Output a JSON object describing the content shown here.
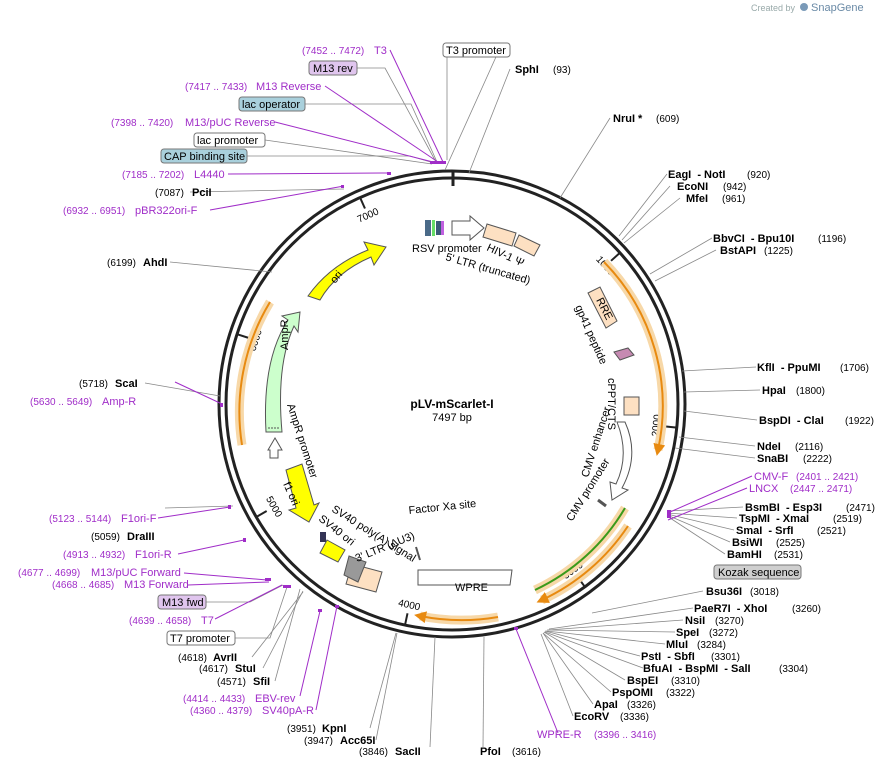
{
  "credit": {
    "prefix": "Created by",
    "brand": "SnapGene"
  },
  "plasmid": {
    "name": "pLV-mScarlet-I",
    "size": "7497 bp"
  },
  "ticks": [
    {
      "label": "1000",
      "angle": 48
    },
    {
      "label": "2000",
      "angle": 96
    },
    {
      "label": "3000",
      "angle": 144
    },
    {
      "label": "4000",
      "angle": 192
    },
    {
      "label": "5000",
      "angle": 240
    },
    {
      "label": "6000",
      "angle": 288
    },
    {
      "label": "7000",
      "angle": 336
    }
  ],
  "enzymes_right": [
    {
      "name": "SphI",
      "pos": "(93)"
    },
    {
      "name": "NruI *",
      "pos": "(609)"
    },
    {
      "name": "EagI  - NotI",
      "pos": "(920)"
    },
    {
      "name": "EcoNI",
      "pos": "(942)"
    },
    {
      "name": "MfeI",
      "pos": "(961)"
    },
    {
      "name": "BbvCI  - Bpu10I",
      "pos": "(1196)"
    },
    {
      "name": "BstAPI",
      "pos": "(1225)"
    },
    {
      "name": "KflI  - PpuMI",
      "pos": "(1706)"
    },
    {
      "name": "HpaI",
      "pos": "(1800)"
    },
    {
      "name": "BspDI  - ClaI",
      "pos": "(1922)"
    },
    {
      "name": "NdeI",
      "pos": "(2116)"
    },
    {
      "name": "SnaBI",
      "pos": "(2222)"
    },
    {
      "name": "BsmBI  - Esp3I",
      "pos": "(2471)"
    },
    {
      "name": "TspMI  - XmaI",
      "pos": "(2519)"
    },
    {
      "name": "SmaI  - SrfI",
      "pos": "(2521)"
    },
    {
      "name": "BsiWI",
      "pos": "(2525)"
    },
    {
      "name": "BamHI",
      "pos": "(2531)"
    },
    {
      "name": "Bsu36I",
      "pos": "(3018)"
    },
    {
      "name": "PaeR7I  - XhoI",
      "pos": "(3260)"
    },
    {
      "name": "NsiI",
      "pos": "(3270)"
    },
    {
      "name": "SpeI",
      "pos": "(3272)"
    },
    {
      "name": "MluI",
      "pos": "(3284)"
    },
    {
      "name": "PstI  - SbfI",
      "pos": "(3301)"
    },
    {
      "name": "BfuAI  - BspMI  - SalI",
      "pos": "(3304)"
    },
    {
      "name": "BspEI",
      "pos": "(3310)"
    },
    {
      "name": "PspOMI",
      "pos": "(3322)"
    },
    {
      "name": "ApaI",
      "pos": "(3326)"
    },
    {
      "name": "EcoRV",
      "pos": "(3336)"
    }
  ],
  "primers_right": [
    {
      "name": "CMV-F",
      "range": "(2401 .. 2421)"
    },
    {
      "name": "LNCX",
      "range": "(2447 .. 2471)"
    }
  ],
  "kozak": "Kozak sequence",
  "bottom": {
    "pfoi": {
      "name": "PfoI",
      "pos": "(3616)"
    },
    "wpre": {
      "name": "WPRE-R",
      "range": "(3396 .. 3416)"
    },
    "sacii": {
      "name": "SacII",
      "pos": "(3846)"
    },
    "acc65i": {
      "name": "Acc65I",
      "pos": "(3947)"
    },
    "kpni": {
      "name": "KpnI",
      "pos": "(3951)"
    }
  },
  "left_top": {
    "t3": {
      "name": "T3",
      "range": "(7452 .. 7472)"
    },
    "t3promoter": "T3 promoter",
    "m13rev": "M13 rev",
    "m13reverse": {
      "name": "M13 Reverse",
      "range": "(7417 .. 7433)"
    },
    "lacoperator": "lac operator",
    "m13puc": {
      "name": "M13/pUC Reverse",
      "range": "(7398 .. 7420)"
    },
    "lacpromoter": "lac promoter",
    "cap": "CAP binding site",
    "l4440": {
      "name": "L4440",
      "range": "(7185 .. 7202)"
    },
    "pcii": {
      "name": "PciI",
      "pos": "(7087)"
    },
    "pbr": {
      "name": "pBR322ori-F",
      "range": "(6932 .. 6951)"
    }
  },
  "left_mid": {
    "ahdi": {
      "name": "AhdI",
      "pos": "(6199)"
    },
    "scai": {
      "name": "ScaI",
      "pos": "(5718)"
    },
    "ampr": {
      "name": "Amp-R",
      "range": "(5630 .. 5649)"
    }
  },
  "left_bottom": {
    "f1orif": {
      "name": "F1ori-F",
      "range": "(5123 .. 5144)"
    },
    "draiii": {
      "name": "DraIII",
      "pos": "(5059)"
    },
    "f1orir": {
      "name": "F1ori-R",
      "range": "(4913 .. 4932)"
    },
    "m13pucf": {
      "name": "M13/pUC Forward",
      "range": "(4677 .. 4699)"
    },
    "m13f": {
      "name": "M13 Forward",
      "range": "(4668 .. 4685)"
    },
    "m13fwd": "M13 fwd",
    "t7": {
      "name": "T7",
      "range": "(4639 .. 4658)"
    },
    "t7promoter": "T7 promoter",
    "avrii": {
      "name": "AvrII",
      "pos": "(4618)"
    },
    "stui": {
      "name": "StuI",
      "pos": "(4617)"
    },
    "sfii": {
      "name": "SfiI",
      "pos": "(4571)"
    },
    "ebv": {
      "name": "EBV-rev",
      "range": "(4414 .. 4433)"
    },
    "sv40pa": {
      "name": "SV40pA-R",
      "range": "(4360 .. 4379)"
    }
  },
  "features": {
    "rsv": "RSV promoter",
    "ltr5": "5' LTR (truncated)",
    "hiv": "HIV-1 Ψ",
    "rre": "RRE",
    "gp41": "gp41 peptide",
    "cppt": "cPPT/CTS",
    "cmvenh": "CMV enhancer",
    "cmvprom": "CMV promoter",
    "factorxa": "Factor Xa site",
    "wpre": "WPRE",
    "ltr3": "3' LTR (ΔU3)",
    "sv40pa": "SV40 poly(A) signal",
    "sv40ori": "SV40 ori",
    "f1ori": "f1 ori",
    "ampr": "AmpR",
    "amprprom": "AmpR promoter",
    "ori": "ori"
  },
  "colors": {
    "primer": "#a02dc8",
    "ori": "#ffff00",
    "ampr": "#ccffcc",
    "ltr": "#fde0c2",
    "orange": "#e88a10",
    "green": "#3a9a1a",
    "regbox": "#a9d0dc",
    "primbox": "#e0c5ee"
  }
}
